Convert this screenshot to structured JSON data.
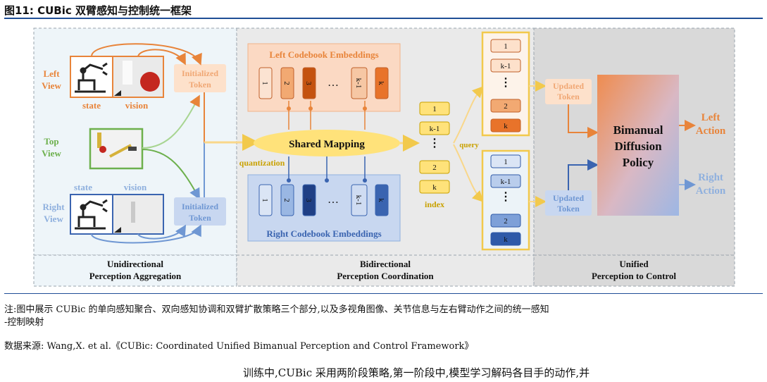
{
  "figure_title": "图11:  CUBic 双臂感知与控制统一框架",
  "panels": {
    "left_caption_1": "Unidirectional",
    "left_caption_2": "Perception Aggregation",
    "mid_caption_1": "Bidirectional",
    "mid_caption_2": "Perception Coordination",
    "right_caption_1": "Unified",
    "right_caption_2": "Perception to Control"
  },
  "left_view": {
    "label_1": "Left",
    "label_2": "View",
    "state": "state",
    "vision": "vision",
    "token_1": "Initialized",
    "token_2": "Token"
  },
  "top_view": {
    "label_1": "Top",
    "label_2": "View"
  },
  "right_view": {
    "label_1": "Right",
    "label_2": "View",
    "state": "state",
    "vision": "vision",
    "token_1": "Initialized",
    "token_2": "Token"
  },
  "left_codebook": {
    "title": "Left Codebook Embeddings",
    "items": [
      "1",
      "2",
      "3",
      "…",
      "k-1",
      "k"
    ]
  },
  "right_codebook": {
    "title": "Right Codebook Embeddings",
    "items": [
      "1",
      "2",
      "3",
      "…",
      "k-1",
      "k"
    ]
  },
  "shared_mapping": "Shared Mapping",
  "quantization": "quantization",
  "index_label": "index",
  "index_items": [
    "1",
    "k-1",
    "⋮",
    "2",
    "k"
  ],
  "query_label": "query",
  "upper_query_items": [
    "1",
    "k-1",
    "⋮",
    "2",
    "k"
  ],
  "lower_query_items": [
    "1",
    "k-1",
    "⋮",
    "2",
    "k"
  ],
  "updated_token_top": {
    "line1": "Updated",
    "line2": "Token"
  },
  "updated_token_bottom": {
    "line1": "Updated",
    "line2": "Token"
  },
  "policy": {
    "line1": "Bimanual",
    "line2": "Diffusion",
    "line3": "Policy"
  },
  "left_action": {
    "line1": "Left",
    "line2": "Action"
  },
  "right_action": {
    "line1": "Right",
    "line2": "Action"
  },
  "colors": {
    "orange": "#e8843a",
    "blue": "#6f97d3",
    "green": "#6db04d",
    "yellow": "#ffe27a",
    "dark_blue": "#1f4e96"
  },
  "note_line1": "注:图中展示 CUBic 的单向感知聚合、双向感知协调和双臂扩散策略三个部分,以及多视角图像、关节信息与左右臂动作之间的统一感知",
  "note_line2": "-控制映射",
  "source": "数据来源: Wang,X. et al.《CUBic: Coordinated Unified Bimanual Perception and Control Framework》",
  "cutoff_text": "训练中,CUBic 采用两阶段策略,第一阶段中,模型学习解码各目手的动作,并"
}
